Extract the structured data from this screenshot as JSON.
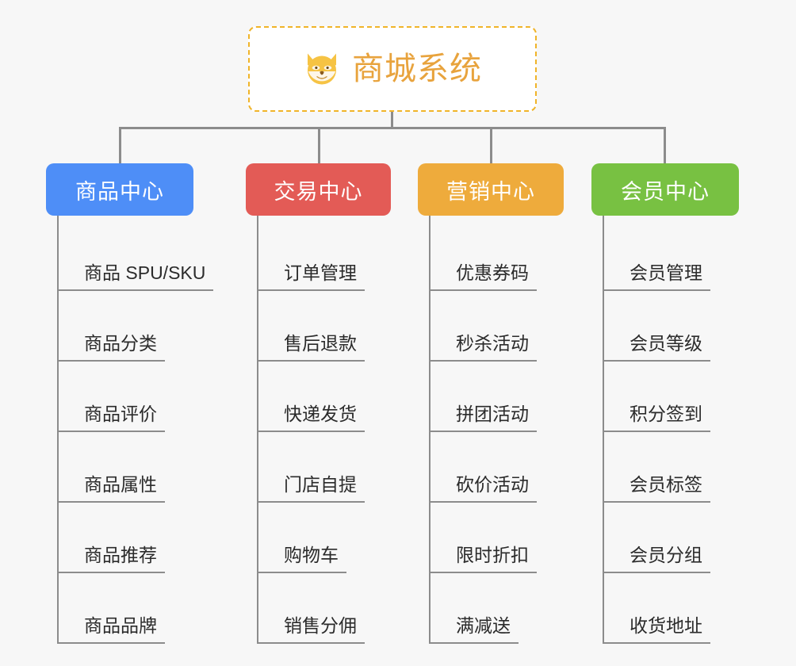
{
  "root": {
    "title": "商城系统",
    "icon": "dog-face-icon",
    "border_color": "#f0b429",
    "text_color": "#e8a33d"
  },
  "theme": {
    "background": "#f7f7f7",
    "line_color": "#8c8c8c",
    "leaf_text_color": "#2b2b2b"
  },
  "branches": [
    {
      "label": "商品中心",
      "color": "#4e8ef7",
      "items": [
        "商品 SPU/SKU",
        "商品分类",
        "商品评价",
        "商品属性",
        "商品推荐",
        "商品品牌"
      ]
    },
    {
      "label": "交易中心",
      "color": "#e35b56",
      "items": [
        "订单管理",
        "售后退款",
        "快递发货",
        "门店自提",
        "购物车",
        "销售分佣"
      ]
    },
    {
      "label": "营销中心",
      "color": "#eeab3c",
      "items": [
        "优惠券码",
        "秒杀活动",
        "拼团活动",
        "砍价活动",
        "限时折扣",
        "满减送"
      ]
    },
    {
      "label": "会员中心",
      "color": "#78c142",
      "items": [
        "会员管理",
        "会员等级",
        "积分签到",
        "会员标签",
        "会员分组",
        "收货地址"
      ]
    }
  ]
}
